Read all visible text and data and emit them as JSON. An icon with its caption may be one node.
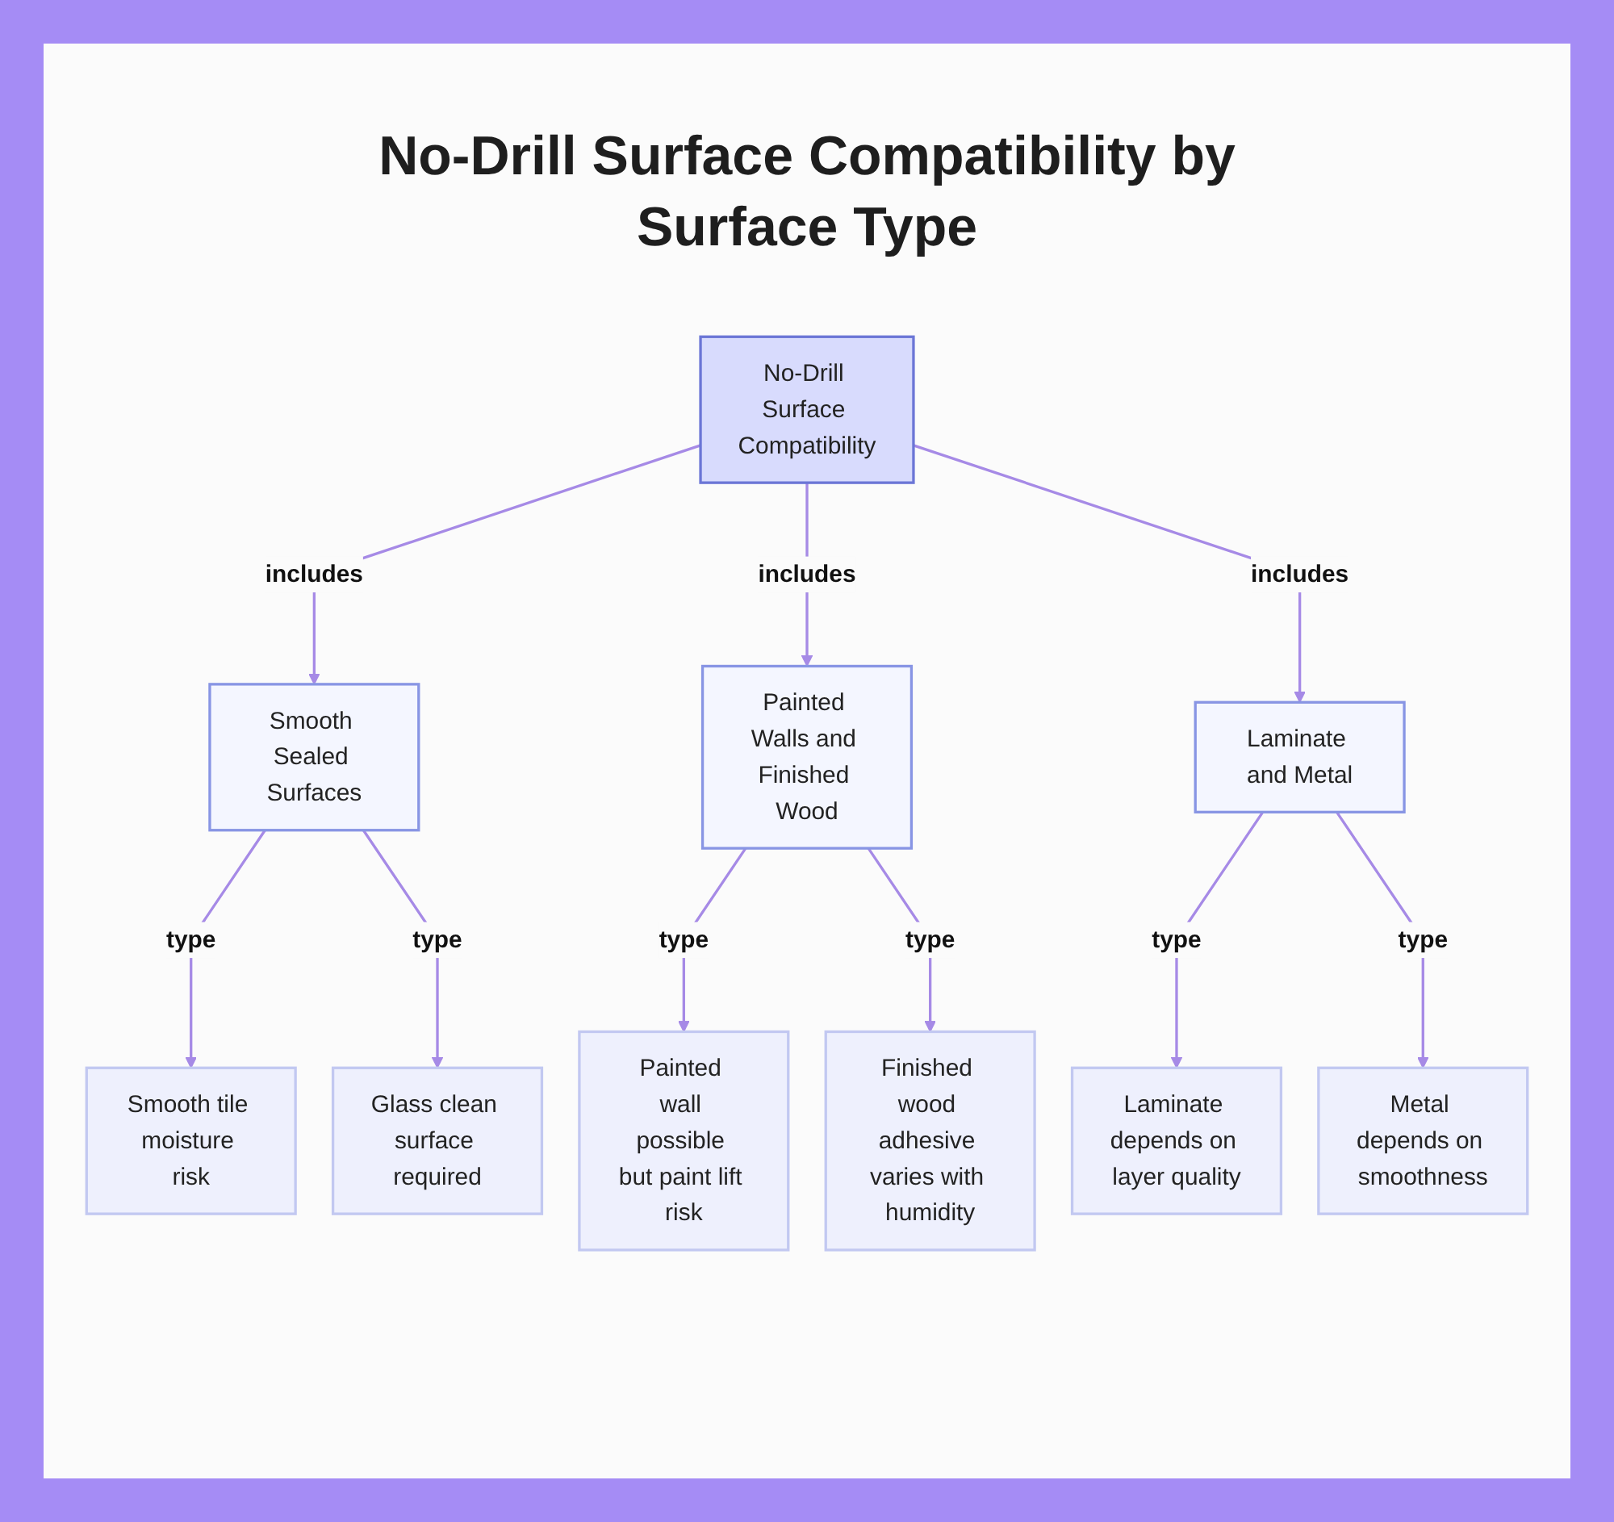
{
  "diagram": {
    "title": "No-Drill Surface Compatibility by Surface Type",
    "nodes": [
      {
        "text": [
          "No-Drill Surface Compatibility"
        ]
      },
      {
        "text": [
          "Smooth Sealed Surfaces"
        ]
      },
      {
        "text": [
          "Painted Walls and Finished Wood"
        ]
      },
      {
        "text": [
          "Laminate and Metal"
        ]
      },
      {
        "text": [
          "Smooth tile moisture risk"
        ]
      },
      {
        "text": [
          "Glass clean surface required"
        ]
      },
      {
        "text": [
          "Painted wall possible but paint lift risk"
        ]
      },
      {
        "text": [
          "Finished wood adhesive varies with humidity"
        ]
      },
      {
        "text": [
          "Laminate depends on layer quality"
        ]
      },
      {
        "text": [
          "Metal depends on smoothness"
        ]
      }
    ],
    "edges": [
      {
        "from": 0,
        "to": 1,
        "arrow": "to",
        "label": "includes"
      },
      {
        "from": 0,
        "to": 2,
        "arrow": "to",
        "label": "includes"
      },
      {
        "from": 0,
        "to": 3,
        "arrow": "to",
        "label": "includes"
      },
      {
        "from": 1,
        "to": 4,
        "arrow": "to",
        "label": "type"
      },
      {
        "from": 1,
        "to": 5,
        "arrow": "to",
        "label": "type"
      },
      {
        "from": 2,
        "to": 6,
        "arrow": "to",
        "label": "type"
      },
      {
        "from": 2,
        "to": 7,
        "arrow": "to",
        "label": "type"
      },
      {
        "from": 3,
        "to": 8,
        "arrow": "to",
        "label": "type"
      },
      {
        "from": 3,
        "to": 9,
        "arrow": "to",
        "label": "type"
      }
    ]
  }
}
